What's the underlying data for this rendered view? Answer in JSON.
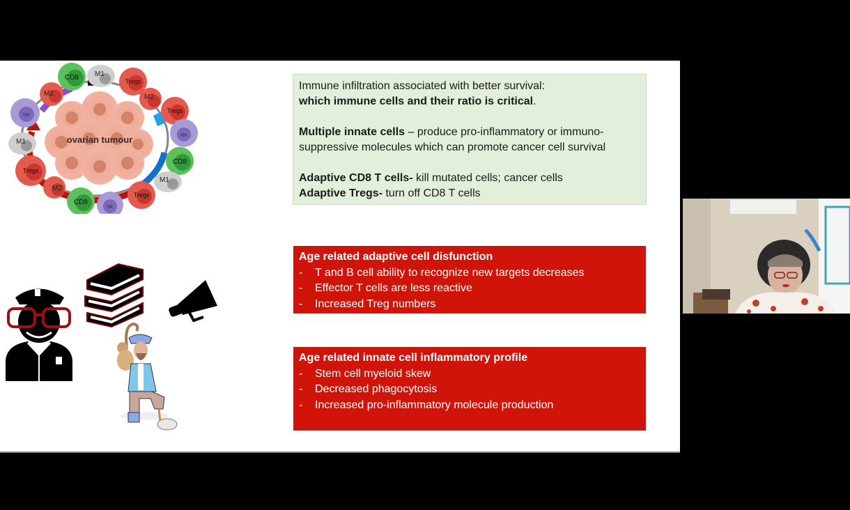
{
  "slide": {
    "diagram": {
      "center_label": "ovarian tumour",
      "cells": [
        {
          "label": "CD8",
          "type": "cd8"
        },
        {
          "label": "M1",
          "type": "m1"
        },
        {
          "label": "Tregs",
          "type": "tregs"
        },
        {
          "label": "M2",
          "type": "m2"
        },
        {
          "label": "Tregs",
          "type": "tregs"
        },
        {
          "label": "NK",
          "type": "nk"
        },
        {
          "label": "CD8",
          "type": "cd8"
        },
        {
          "label": "M1",
          "type": "m1"
        },
        {
          "label": "Tregs",
          "type": "tregs"
        },
        {
          "label": "NK",
          "type": "nk"
        },
        {
          "label": "CD8",
          "type": "cd8"
        },
        {
          "label": "M2",
          "type": "m2"
        },
        {
          "label": "Tregs",
          "type": "tregs"
        },
        {
          "label": "M1",
          "type": "m1"
        },
        {
          "label": "NK",
          "type": "nk"
        },
        {
          "label": "M2",
          "type": "m2"
        }
      ]
    },
    "info_box": {
      "line1": "Immune infiltration associated with better survival:",
      "line2_bold": "which immune cells and their ratio is critical",
      "line2_end": ".",
      "innate_bold": "Multiple innate cells",
      "innate_text": " – produce pro-inflammatory or immuno-suppressive molecules which can promote cancer cell survival",
      "cd8_bold": "Adaptive CD8 T cells-",
      "cd8_text": " kill mutated cells; cancer cells",
      "tregs_bold": "Adaptive Tregs-",
      "tregs_text": " turn off CD8 T cells",
      "bg_color": "#e2efda"
    },
    "adaptive_box": {
      "title": "Age related adaptive cell disfunction",
      "items": [
        "T and B cell ability to recognize new targets decreases",
        "Effector T cells are less reactive",
        "Increased Treg numbers"
      ],
      "bg_color": "#d0140a"
    },
    "innate_box": {
      "title": "Age related innate cell inflammatory profile",
      "items": [
        "Stem cell myeloid skew",
        "Decreased phagocytosis",
        "Increased pro-inflammatory molecule production"
      ],
      "bg_color": "#d0140a"
    },
    "illustrations": [
      "police-officer-icon",
      "books-icon",
      "megaphone-icon",
      "pirate-illustration"
    ],
    "bullet_dash": "-"
  },
  "webcam": {
    "participant": "presenter-video"
  }
}
